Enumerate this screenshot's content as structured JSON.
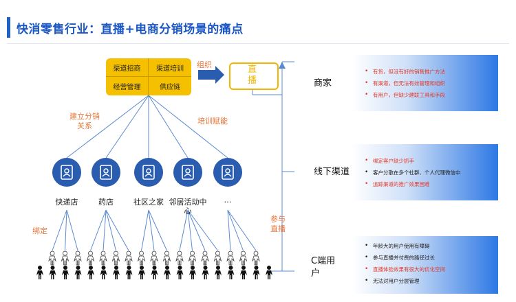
{
  "title": "快消零售行业：直播+电商分销场景的痛点",
  "grid": [
    "渠道招商",
    "渠道培训",
    "经营管理",
    "供应链"
  ],
  "org_label": "组织",
  "live_label": "直播",
  "build_label": "建立分销关系",
  "train_label": "培训赋能",
  "bind_label": "绑定",
  "join_label": "参与直播",
  "channels": [
    "快递店",
    "药店",
    "社区之家",
    "邻居活动中心",
    "…"
  ],
  "panels": [
    {
      "name": "商家",
      "bullets": [
        {
          "text": "有货，但没有好的销售推广方法",
          "color": "red"
        },
        {
          "text": "有渠道，但无法有效管理和组织",
          "color": "red"
        },
        {
          "text": "有用户，但缺少建联工具和手段",
          "color": "red"
        }
      ]
    },
    {
      "name": "线下渠道",
      "bullets": [
        {
          "text": "绑定客户缺少抓手",
          "color": "red"
        },
        {
          "text": "客户分散在多个社群、个人代理微信中",
          "color": "black"
        },
        {
          "text": "追踪渠道的推广效果困难",
          "color": "red"
        }
      ]
    },
    {
      "name": "C端用户",
      "bullets": [
        {
          "text": "年龄大的用户使用有障碍",
          "color": "black"
        },
        {
          "text": "参与直播并付费的路径过长",
          "color": "black"
        },
        {
          "text": "直播体验效果有很大的优化空间",
          "color": "red"
        },
        {
          "text": "无法对用户分层管理",
          "color": "black"
        }
      ]
    }
  ],
  "colors": {
    "accent": "#1a56c4",
    "circle": "#2a5cb0",
    "yellow": "#f5c000",
    "orange": "#e8753a",
    "red": "#e23a2a"
  }
}
